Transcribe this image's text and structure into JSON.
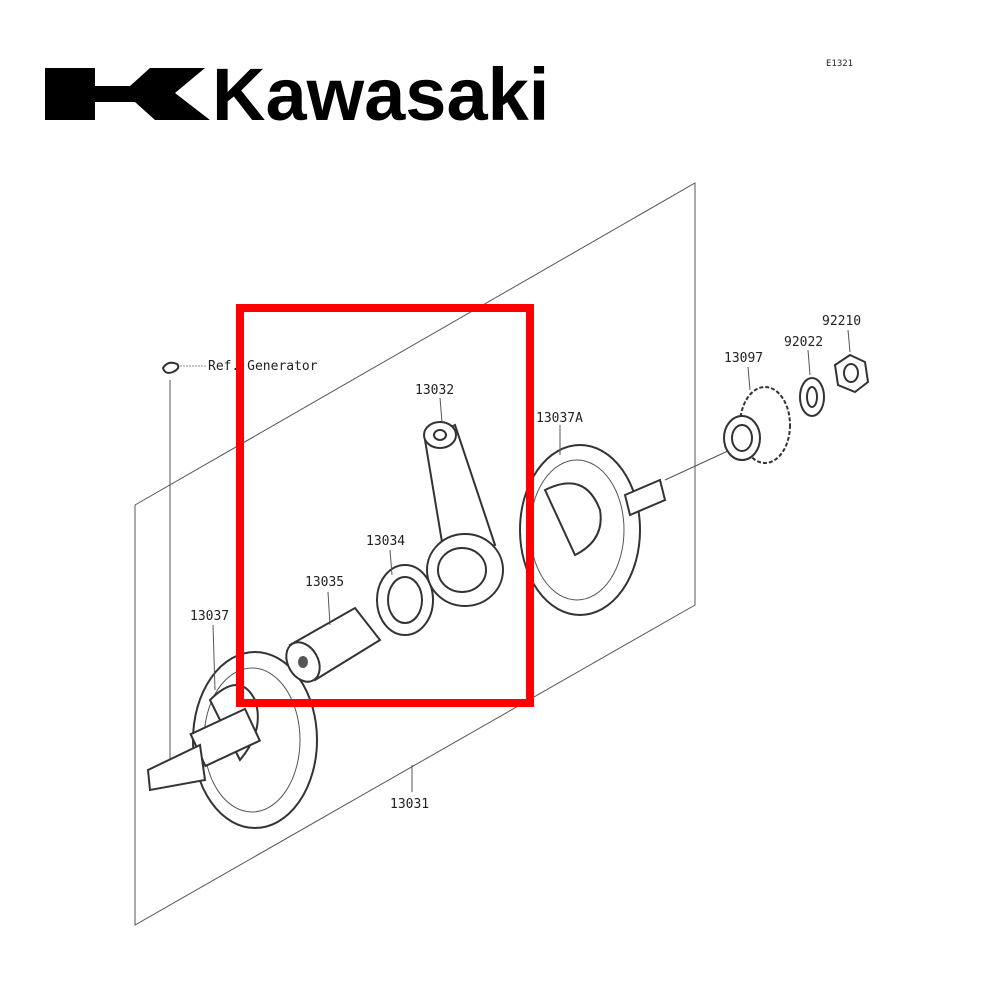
{
  "logo": {
    "brand": "Kawasaki"
  },
  "diagram_code": "E1321",
  "reference_note": "Ref. Generator",
  "highlight_color": "#ff0000",
  "parts": [
    {
      "number": "13032"
    },
    {
      "number": "13037A"
    },
    {
      "number": "13034"
    },
    {
      "number": "13035"
    },
    {
      "number": "13037"
    },
    {
      "number": "13031"
    },
    {
      "number": "13097"
    },
    {
      "number": "92022"
    },
    {
      "number": "92210"
    }
  ]
}
